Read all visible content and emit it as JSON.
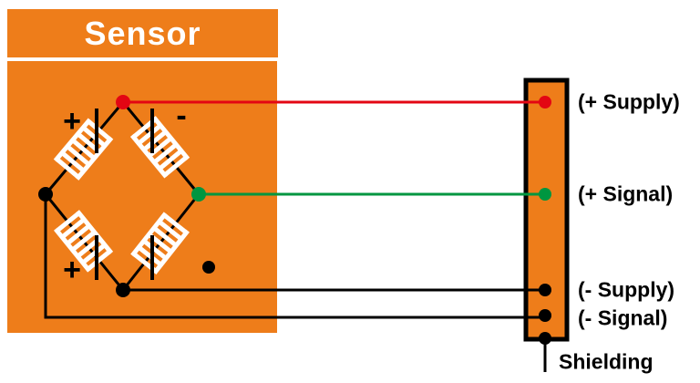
{
  "title": "Sensor",
  "colors": {
    "orange": "#EE7D1A",
    "red": "#E30613",
    "green": "#009640",
    "black": "#000000"
  },
  "bridge": {
    "top_left_sign": "+",
    "top_right_sign": "-",
    "bottom_left_sign": "+"
  },
  "connector_labels": {
    "supply_pos": "(+ Supply)",
    "signal_pos": "(+ Signal)",
    "supply_neg": "(- Supply)",
    "signal_neg": "(- Signal)",
    "shielding": "Shielding"
  }
}
